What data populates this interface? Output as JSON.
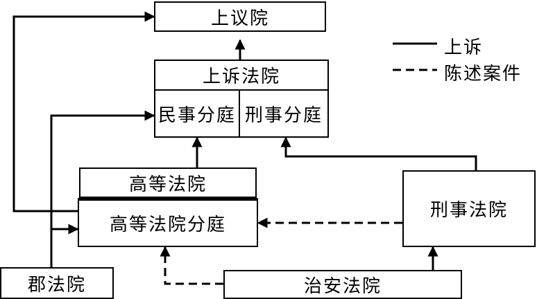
{
  "nodes": {
    "house_of_lords": "上议院",
    "court_of_appeal": "上诉法院",
    "civil_division": "民事分庭",
    "criminal_division": "刑事分庭",
    "high_court": "高等法院",
    "high_court_divisions": "高等法院分庭",
    "crown_court": "刑事法院",
    "county_court": "郡法院",
    "magistrates_court": "治安法院"
  },
  "legend": {
    "appeal": "上诉",
    "case_stated": "陈述案件"
  }
}
